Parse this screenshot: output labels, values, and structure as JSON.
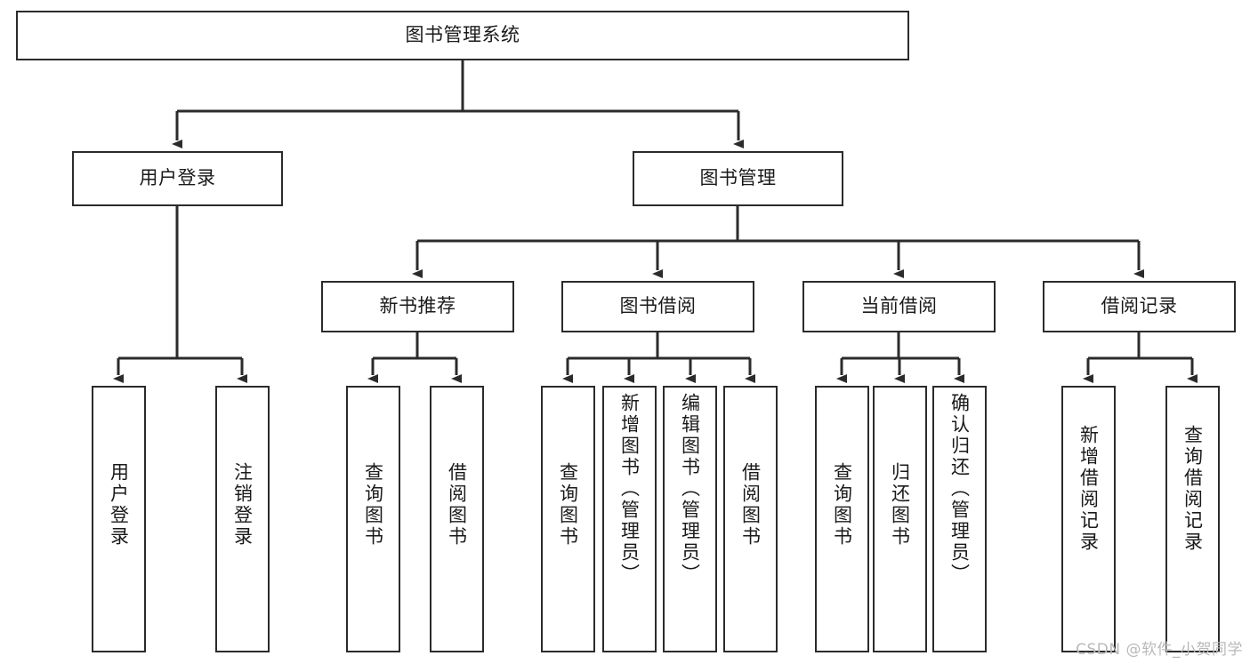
{
  "diagram": {
    "type": "tree-hierarchy",
    "title": "图书管理系统",
    "root": {
      "id": "root",
      "label": "图书管理系统",
      "orientation": "horizontal"
    },
    "level2": [
      {
        "id": "user-login",
        "label": "用户登录",
        "orientation": "horizontal"
      },
      {
        "id": "book-management",
        "label": "图书管理",
        "orientation": "horizontal"
      }
    ],
    "level3": [
      {
        "id": "new-book-recommend",
        "label": "新书推荐",
        "orientation": "horizontal",
        "parent": "book-management"
      },
      {
        "id": "book-borrow",
        "label": "图书借阅",
        "orientation": "horizontal",
        "parent": "book-management"
      },
      {
        "id": "current-borrow",
        "label": "当前借阅",
        "orientation": "horizontal",
        "parent": "book-management"
      },
      {
        "id": "borrow-record",
        "label": "借阅记录",
        "orientation": "horizontal",
        "parent": "book-management"
      }
    ],
    "leaves": [
      {
        "id": "leaf-user-login",
        "label": "用户登录",
        "orientation": "vertical",
        "parent": "user-login"
      },
      {
        "id": "leaf-user-logout",
        "label": "注销登录",
        "orientation": "vertical",
        "parent": "user-login"
      },
      {
        "id": "leaf-query-book-1",
        "label": "查询图书",
        "orientation": "vertical",
        "parent": "new-book-recommend"
      },
      {
        "id": "leaf-borrow-book-1",
        "label": "借阅图书",
        "orientation": "vertical",
        "parent": "new-book-recommend"
      },
      {
        "id": "leaf-query-book-2",
        "label": "查询图书",
        "orientation": "vertical",
        "parent": "book-borrow"
      },
      {
        "id": "leaf-add-book",
        "label": "新增图书（管理员）",
        "orientation": "vertical",
        "parent": "book-borrow"
      },
      {
        "id": "leaf-edit-book",
        "label": "编辑图书（管理员）",
        "orientation": "vertical",
        "parent": "book-borrow"
      },
      {
        "id": "leaf-borrow-book-2",
        "label": "借阅图书",
        "orientation": "vertical",
        "parent": "book-borrow"
      },
      {
        "id": "leaf-query-book-3",
        "label": "查询图书",
        "orientation": "vertical",
        "parent": "current-borrow"
      },
      {
        "id": "leaf-return-book",
        "label": "归还图书",
        "orientation": "vertical",
        "parent": "current-borrow"
      },
      {
        "id": "leaf-confirm-return",
        "label": "确认归还（管理员）",
        "orientation": "vertical",
        "parent": "current-borrow"
      },
      {
        "id": "leaf-add-record",
        "label": "新增借阅记录",
        "orientation": "vertical",
        "parent": "borrow-record"
      },
      {
        "id": "leaf-query-record",
        "label": "查询借阅记录",
        "orientation": "vertical",
        "parent": "borrow-record"
      }
    ],
    "colors": {
      "stroke": "#2b2b2b",
      "background": "#ffffff",
      "text": "#1a1a1a",
      "watermark": "#b9b9b9"
    }
  },
  "watermark": {
    "text": "CSDN @软件_小贺同学"
  }
}
